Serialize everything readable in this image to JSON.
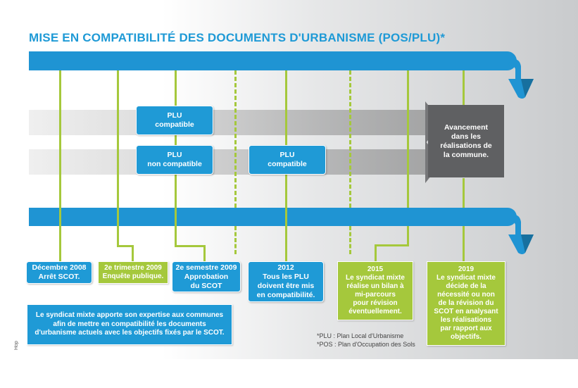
{
  "title": "MISE EN COMPATIBILITÉ DES DOCUMENTS D'URBANISME (POS/PLU)*",
  "rows": {
    "row1_box": {
      "line1": "PLU",
      "line2": "compatible"
    },
    "row2_box1": {
      "line1": "PLU",
      "line2": "non compatible"
    },
    "row2_box2": {
      "line1": "PLU",
      "line2": "compatible"
    },
    "result_box": [
      "Avancement",
      "dans les",
      "réalisations de",
      "la commune."
    ]
  },
  "milestones": [
    {
      "lines": [
        "Décembre 2008",
        "Arrêt SCOT."
      ]
    },
    {
      "lines": [
        "2e trimestre 2009",
        "Enquête publique."
      ]
    },
    {
      "lines": [
        "2e semestre 2009",
        "Approbation",
        "du SCOT"
      ]
    },
    {
      "lines": [
        "2012",
        "Tous les PLU",
        "doivent être mis",
        "en compatibilité."
      ]
    },
    {
      "lines": [
        "2015",
        "Le syndicat mixte",
        "réalise un bilan à",
        "mi-parcours",
        "pour révision",
        "éventuellement."
      ]
    },
    {
      "lines": [
        "2019",
        "Le syndicat mixte",
        "décide de la",
        "nécessité ou non",
        "de la révision du",
        "SCOT en analysant",
        "les réalisations",
        "par rapport aux",
        "objectifs."
      ]
    }
  ],
  "info": [
    "Le syndicat mixte apporte son expertise aux communes",
    "afin de mettre en compatibilité les documents",
    "d'urbanisme actuels avec les objectifs fixés par le SCOT."
  ],
  "footnotes": [
    "*PLU : Plan Local d'Urbanisme",
    "*POS : Plan d'Occupation des Sols"
  ],
  "credit": "Hop",
  "colors": {
    "blue": "#1f94d3",
    "green": "#a5c83c",
    "grey": "#5f6062"
  }
}
